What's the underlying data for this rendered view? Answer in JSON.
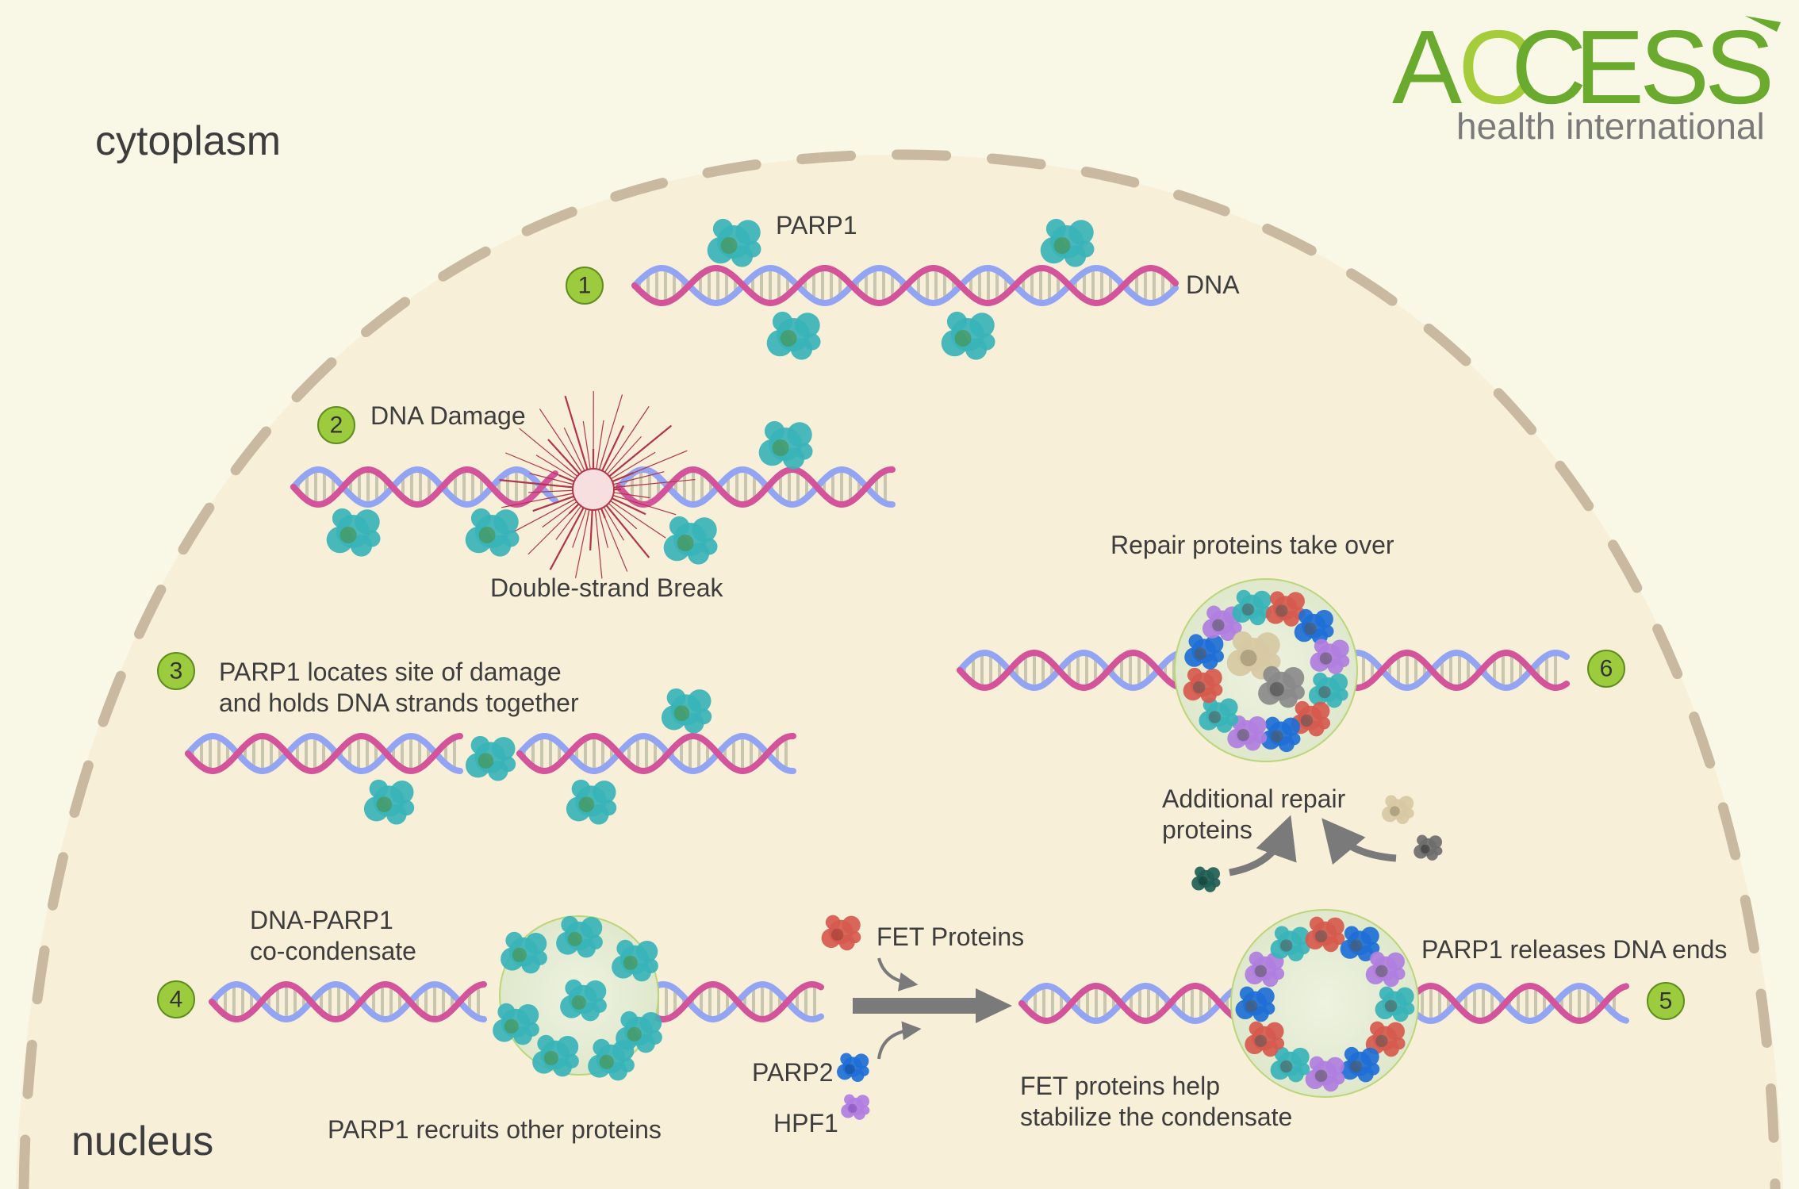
{
  "regions": {
    "cytoplasm": "cytoplasm",
    "nucleus": "nucleus"
  },
  "logo": {
    "main_a": "A",
    "main_c1": "C",
    "main_c2": "C",
    "main_rest": "ESS",
    "sub": "health international",
    "colors": {
      "green": "#6aaa2e",
      "light_green": "#a5cc3a",
      "gray": "#7a7a7a"
    }
  },
  "steps": [
    {
      "number": "1"
    },
    {
      "number": "2"
    },
    {
      "number": "3"
    },
    {
      "number": "4"
    },
    {
      "number": "5"
    },
    {
      "number": "6"
    }
  ],
  "labels": {
    "parp1": "PARP1",
    "dna": "DNA",
    "dna_damage": "DNA Damage",
    "double_strand_break": "Double-strand Break",
    "step3_line1": "PARP1 locates site of damage",
    "step3_line2": "and holds DNA strands together",
    "co_condensate_line1": "DNA-PARP1",
    "co_condensate_line2": "co-condensate",
    "parp1_recruits": "PARP1 recruits other proteins",
    "fet_proteins": "FET Proteins",
    "parp2": "PARP2",
    "hpf1": "HPF1",
    "fet_help_line1": "FET proteins help",
    "fet_help_line2": "stabilize the condensate",
    "parp1_releases": "PARP1 releases DNA ends",
    "repair_take_over": "Repair proteins take over",
    "additional_line1": "Additional repair",
    "additional_line2": "proteins"
  },
  "colors": {
    "background": "#f9f7e5",
    "nucleus_fill": "#f8efd9",
    "membrane": "#c9b9a0",
    "dna_pink": "#d3549a",
    "dna_blue": "#93a4f2",
    "dna_rung": "#c9c6b0",
    "badge_fill": "#9ccb3d",
    "parp1": "#38b3b8",
    "parp2": "#1e6fd6",
    "hpf1": "#b07ee0",
    "fet": "#d65a4e",
    "arrow": "#7a7a7a"
  }
}
